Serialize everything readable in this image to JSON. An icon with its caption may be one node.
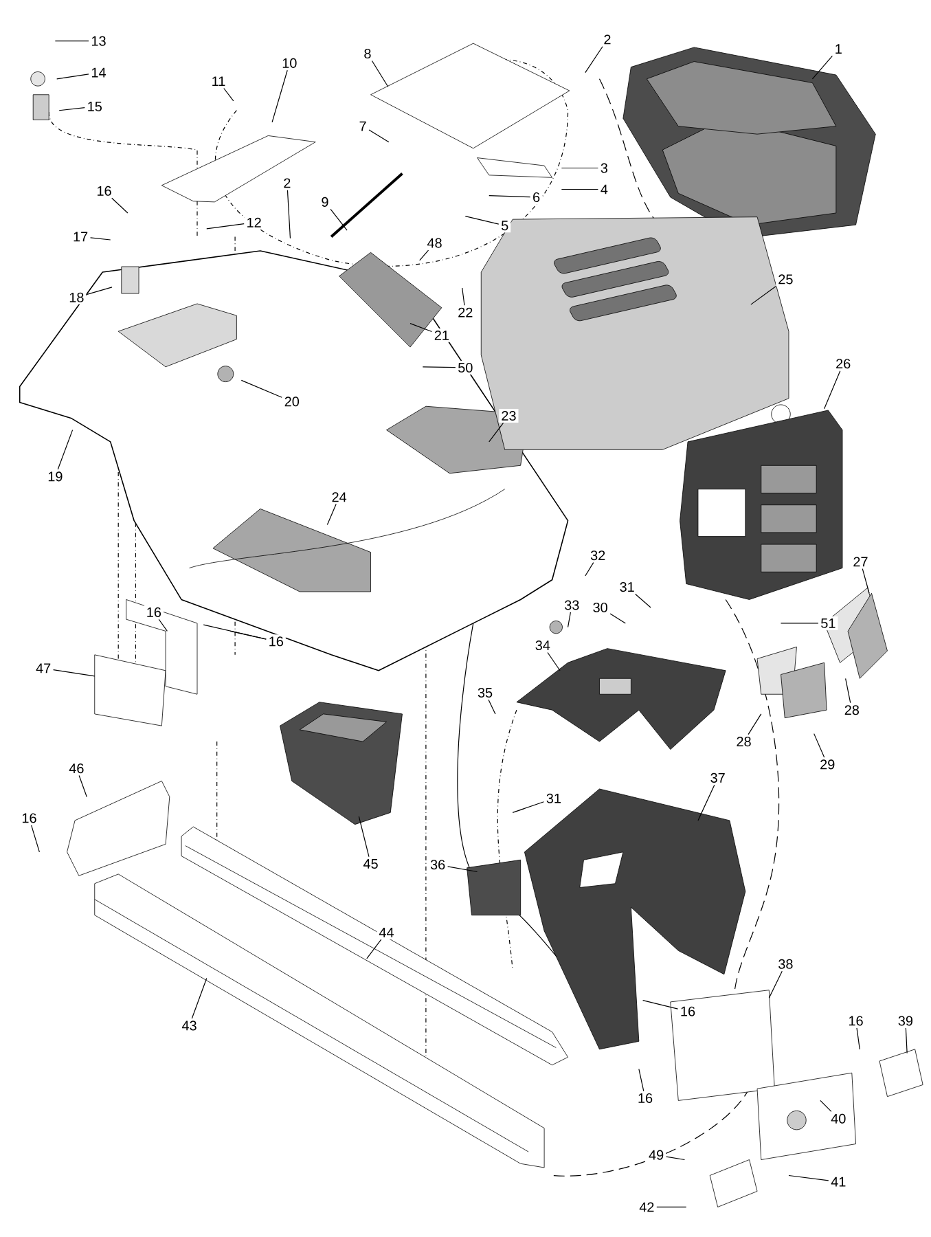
{
  "diagram": {
    "nodes": [
      {
        "text": [
          "13"
        ]
      },
      {
        "text": [
          "2"
        ]
      },
      {
        "text": [
          "1"
        ]
      },
      {
        "text": [
          "8"
        ]
      },
      {
        "text": [
          "10"
        ]
      },
      {
        "text": [
          "14"
        ]
      },
      {
        "text": [
          "11"
        ]
      },
      {
        "text": [
          "15"
        ]
      },
      {
        "text": [
          "7"
        ]
      },
      {
        "text": [
          "3"
        ]
      },
      {
        "text": [
          "4"
        ]
      },
      {
        "text": [
          "16"
        ]
      },
      {
        "text": [
          "6"
        ]
      },
      {
        "text": [
          "2"
        ]
      },
      {
        "text": [
          "9"
        ]
      },
      {
        "text": [
          "12"
        ]
      },
      {
        "text": [
          "5"
        ]
      },
      {
        "text": [
          "17"
        ]
      },
      {
        "text": [
          "48"
        ]
      },
      {
        "text": [
          "25"
        ]
      },
      {
        "text": [
          "18"
        ]
      },
      {
        "text": [
          "22"
        ]
      },
      {
        "text": [
          "21"
        ]
      },
      {
        "text": [
          "26"
        ]
      },
      {
        "text": [
          "50"
        ]
      },
      {
        "text": [
          "20"
        ]
      },
      {
        "text": [
          "23"
        ]
      },
      {
        "text": [
          "19"
        ]
      },
      {
        "text": [
          "24"
        ]
      },
      {
        "text": [
          "32"
        ]
      },
      {
        "text": [
          "27"
        ]
      },
      {
        "text": [
          "31"
        ]
      },
      {
        "text": [
          "30"
        ]
      },
      {
        "text": [
          "33"
        ]
      },
      {
        "text": [
          "51"
        ]
      },
      {
        "text": [
          "16"
        ]
      },
      {
        "text": [
          "16"
        ]
      },
      {
        "text": [
          "34"
        ]
      },
      {
        "text": [
          "47"
        ]
      },
      {
        "text": [
          "35"
        ]
      },
      {
        "text": [
          "28"
        ]
      },
      {
        "text": [
          "28"
        ]
      },
      {
        "text": [
          "29"
        ]
      },
      {
        "text": [
          "46"
        ]
      },
      {
        "text": [
          "37"
        ]
      },
      {
        "text": [
          "31"
        ]
      },
      {
        "text": [
          "16"
        ]
      },
      {
        "text": [
          "45"
        ]
      },
      {
        "text": [
          "36"
        ]
      },
      {
        "text": [
          "44"
        ]
      },
      {
        "text": [
          "38"
        ]
      },
      {
        "text": [
          "16"
        ]
      },
      {
        "text": [
          "16"
        ]
      },
      {
        "text": [
          "39"
        ]
      },
      {
        "text": [
          "43"
        ]
      },
      {
        "text": [
          "16"
        ]
      },
      {
        "text": [
          "40"
        ]
      },
      {
        "text": [
          "49"
        ]
      },
      {
        "text": [
          "41"
        ]
      },
      {
        "text": [
          "42"
        ]
      }
    ],
    "edges": [
      {
        "from": 0,
        "to": null,
        "arrow": "none"
      },
      {
        "from": 1,
        "to": null,
        "arrow": "none"
      },
      {
        "from": 2,
        "to": null,
        "arrow": "none"
      },
      {
        "from": 3,
        "to": null,
        "arrow": "none"
      },
      {
        "from": 4,
        "to": null,
        "arrow": "none"
      },
      {
        "from": 5,
        "to": null,
        "arrow": "none"
      },
      {
        "from": 6,
        "to": null,
        "arrow": "none"
      },
      {
        "from": 7,
        "to": null,
        "arrow": "none"
      },
      {
        "from": 8,
        "to": null,
        "arrow": "none"
      },
      {
        "from": 9,
        "to": null,
        "arrow": "none"
      },
      {
        "from": 10,
        "to": null,
        "arrow": "none"
      },
      {
        "from": 11,
        "to": null,
        "arrow": "none"
      },
      {
        "from": 12,
        "to": null,
        "arrow": "none"
      },
      {
        "from": 13,
        "to": null,
        "arrow": "none"
      },
      {
        "from": 14,
        "to": null,
        "arrow": "none"
      },
      {
        "from": 15,
        "to": null,
        "arrow": "none"
      },
      {
        "from": 16,
        "to": null,
        "arrow": "none"
      },
      {
        "from": 17,
        "to": null,
        "arrow": "none"
      },
      {
        "from": 18,
        "to": null,
        "arrow": "none"
      },
      {
        "from": 19,
        "to": null,
        "arrow": "none"
      },
      {
        "from": 20,
        "to": null,
        "arrow": "none"
      },
      {
        "from": 21,
        "to": null,
        "arrow": "none"
      },
      {
        "from": 22,
        "to": null,
        "arrow": "none"
      },
      {
        "from": 23,
        "to": null,
        "arrow": "none"
      },
      {
        "from": 24,
        "to": null,
        "arrow": "none"
      },
      {
        "from": 25,
        "to": null,
        "arrow": "none"
      },
      {
        "from": 26,
        "to": null,
        "arrow": "none"
      },
      {
        "from": 27,
        "to": null,
        "arrow": "none"
      },
      {
        "from": 28,
        "to": null,
        "arrow": "none"
      },
      {
        "from": 29,
        "to": null,
        "arrow": "none"
      },
      {
        "from": 30,
        "to": null,
        "arrow": "none"
      },
      {
        "from": 31,
        "to": null,
        "arrow": "none"
      },
      {
        "from": 32,
        "to": null,
        "arrow": "none"
      },
      {
        "from": 33,
        "to": null,
        "arrow": "none"
      },
      {
        "from": 34,
        "to": null,
        "arrow": "none"
      },
      {
        "from": 35,
        "to": null,
        "arrow": "none"
      },
      {
        "from": 36,
        "to": null,
        "arrow": "none"
      },
      {
        "from": 36,
        "to": null,
        "arrow": "none"
      },
      {
        "from": 37,
        "to": null,
        "arrow": "none"
      },
      {
        "from": 38,
        "to": null,
        "arrow": "none"
      },
      {
        "from": 39,
        "to": null,
        "arrow": "none"
      },
      {
        "from": 40,
        "to": null,
        "arrow": "none"
      },
      {
        "from": 41,
        "to": null,
        "arrow": "none"
      },
      {
        "from": 42,
        "to": null,
        "arrow": "none"
      },
      {
        "from": 43,
        "to": null,
        "arrow": "none"
      },
      {
        "from": 44,
        "to": null,
        "arrow": "none"
      },
      {
        "from": 45,
        "to": null,
        "arrow": "none"
      },
      {
        "from": 46,
        "to": null,
        "arrow": "none"
      },
      {
        "from": 47,
        "to": null,
        "arrow": "none"
      },
      {
        "from": 48,
        "to": null,
        "arrow": "none"
      },
      {
        "from": 49,
        "to": null,
        "arrow": "none"
      },
      {
        "from": 50,
        "to": null,
        "arrow": "none"
      },
      {
        "from": 51,
        "to": null,
        "arrow": "none"
      },
      {
        "from": 52,
        "to": null,
        "arrow": "none"
      },
      {
        "from": 53,
        "to": null,
        "arrow": "none"
      },
      {
        "from": 54,
        "to": null,
        "arrow": "none"
      },
      {
        "from": 55,
        "to": null,
        "arrow": "none"
      },
      {
        "from": 56,
        "to": null,
        "arrow": "none"
      },
      {
        "from": 57,
        "to": null,
        "arrow": "none"
      },
      {
        "from": 58,
        "to": null,
        "arrow": "none"
      },
      {
        "from": 59,
        "to": null,
        "arrow": "none"
      }
    ]
  }
}
